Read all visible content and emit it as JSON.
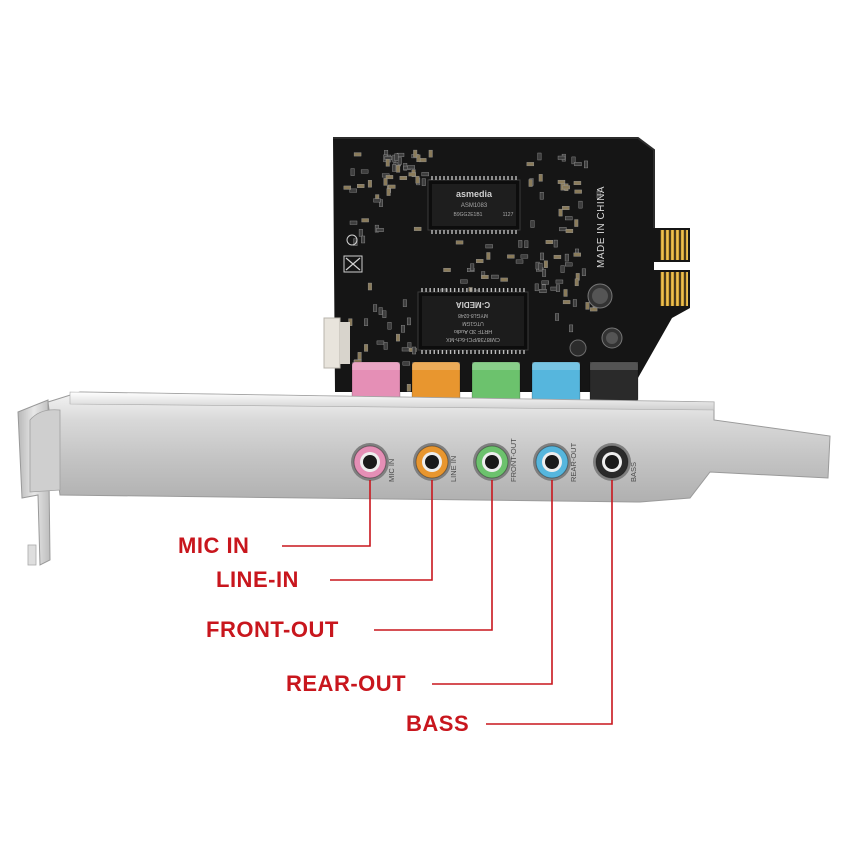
{
  "image": {
    "subject": "PCI Express sound card with low-profile bracket",
    "accent_color": "#c8161d"
  },
  "board": {
    "chip_main": {
      "brand": "asmedia",
      "model": "ASM1083",
      "line2": "B9GG2E1B1",
      "code": "1127"
    },
    "chip_audio": {
      "brand": "C-MEDIA",
      "line1": "CMI8738/PCI-6ch-MX",
      "line2": "HRTF 3D Audio",
      "line3": "UTG1GM",
      "line4": "MYGL8-0248"
    },
    "made_in": "MADE IN CHINA"
  },
  "jacks": [
    {
      "name": "mic-in",
      "color": "#e58fb6",
      "print": "MIC IN",
      "callout": "MIC IN"
    },
    {
      "name": "line-in",
      "color": "#e8962f",
      "print": "LINE IN",
      "callout": "LINE-IN"
    },
    {
      "name": "front-out",
      "color": "#6cc26d",
      "print": "FRONT-OUT",
      "callout": "FRONT-OUT"
    },
    {
      "name": "rear-out",
      "color": "#56b6dd",
      "print": "REAR-OUT",
      "callout": "REAR-OUT"
    },
    {
      "name": "bass",
      "color": "#2a2a2a",
      "print": "BASS",
      "callout": "BASS"
    }
  ]
}
